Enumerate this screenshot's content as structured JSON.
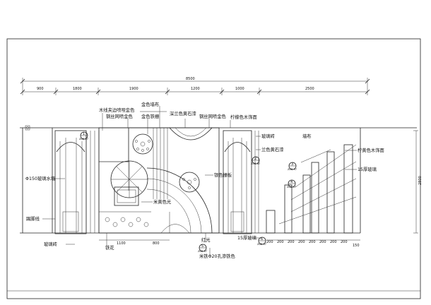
{
  "drawing": {
    "overall_dimension": "8500",
    "top_dimensions": [
      "900",
      "1800",
      "1900",
      "1200",
      "1000",
      "2500"
    ],
    "height_dimension": "2800",
    "bottom_dimensions": [
      "1100",
      "800"
    ],
    "column_spacings": [
      "200",
      "200",
      "200",
      "200",
      "200",
      "200",
      "200",
      "200"
    ],
    "end_dimension": "150"
  },
  "labels": {
    "gold_curtain": "金色墙布",
    "wood_line": "木线夹边喷哑金色",
    "steel_mesh_gold": "钢丝网喷金色",
    "gold_grille": "金色铁栅",
    "blue_sandstone_top": "深兰色黄石漆",
    "steel_mesh_spray_gold": "钢丝网喷金色",
    "oak_veneer_top": "柠檬色木饰面",
    "glass_brick_right": "玻璃砖",
    "wall_cloth": "墙布",
    "blue_sandstone": "兰色黄石漆",
    "oak_veneer_right": "柠黄色木饰面",
    "glass_15mm_right": "15厚玻璃",
    "glass_150_left": "Φ150玻璃水墙",
    "silver_grille": "银色栅板",
    "rice_yellow_light": "米黄色光",
    "skirting": "踢脚线",
    "glass_brick_left": "玻璃砖",
    "iron_flower": "铁花",
    "red_light": "红光",
    "glass_15mm_bottom": "15厚玻璃",
    "black_steel_bar": "米铁Φ20孔渗铁色"
  },
  "callouts": [
    {
      "num": "1",
      "ref": "ZD8-07"
    },
    {
      "num": "2",
      "ref": "ZD8-07"
    },
    {
      "num": "3",
      "ref": "ZD8-07"
    },
    {
      "num": "4",
      "ref": "ZD8-07"
    },
    {
      "num": "5",
      "ref": "ZD8-07"
    },
    {
      "num": "6",
      "ref": "ZD8-07"
    }
  ],
  "colors": {
    "line": "#222222",
    "background": "#ffffff"
  }
}
